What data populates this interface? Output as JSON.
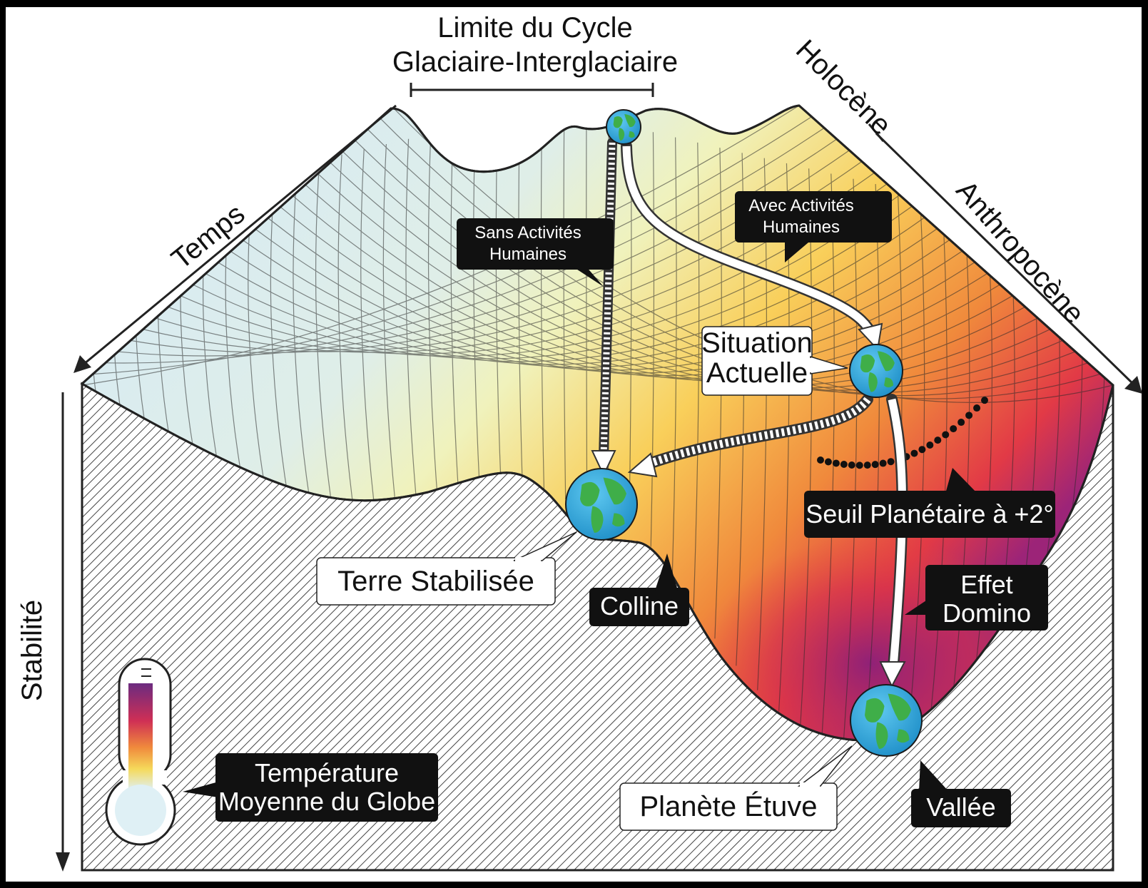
{
  "title": {
    "line1": "Limite du Cycle",
    "line2": "Glaciaire-Interglaciaire"
  },
  "axes": {
    "time": "Temps",
    "stability": "Stabilité",
    "anthropocene": "Anthropocène",
    "holocene": "Holocène"
  },
  "callouts": {
    "without_human": {
      "line1": "Sans Activités",
      "line2": "Humaines"
    },
    "with_human": {
      "line1": "Avec Activités",
      "line2": "Humaines"
    },
    "current": {
      "line1": "Situation",
      "line2": "Actuelle"
    },
    "threshold": "Seuil Planétaire à +2°",
    "domino": {
      "line1": "Effet",
      "line2": "Domino"
    },
    "stabilized": "Terre Stabilisée",
    "hill": "Colline",
    "hothouse": "Planète Étuve",
    "valley": "Vallée",
    "temperature": {
      "line1": "Température",
      "line2": "Moyenne du Globe"
    }
  },
  "colors": {
    "cold": "#d6ecf8",
    "mild": "#eef2b8",
    "warm": "#f6b23c",
    "hot": "#e8473a",
    "hottest": "#8c2a78",
    "hatch": "#444444",
    "frame": "#000000"
  },
  "icons": [
    "globe-icon",
    "thermometer-icon",
    "arrow-icon"
  ]
}
